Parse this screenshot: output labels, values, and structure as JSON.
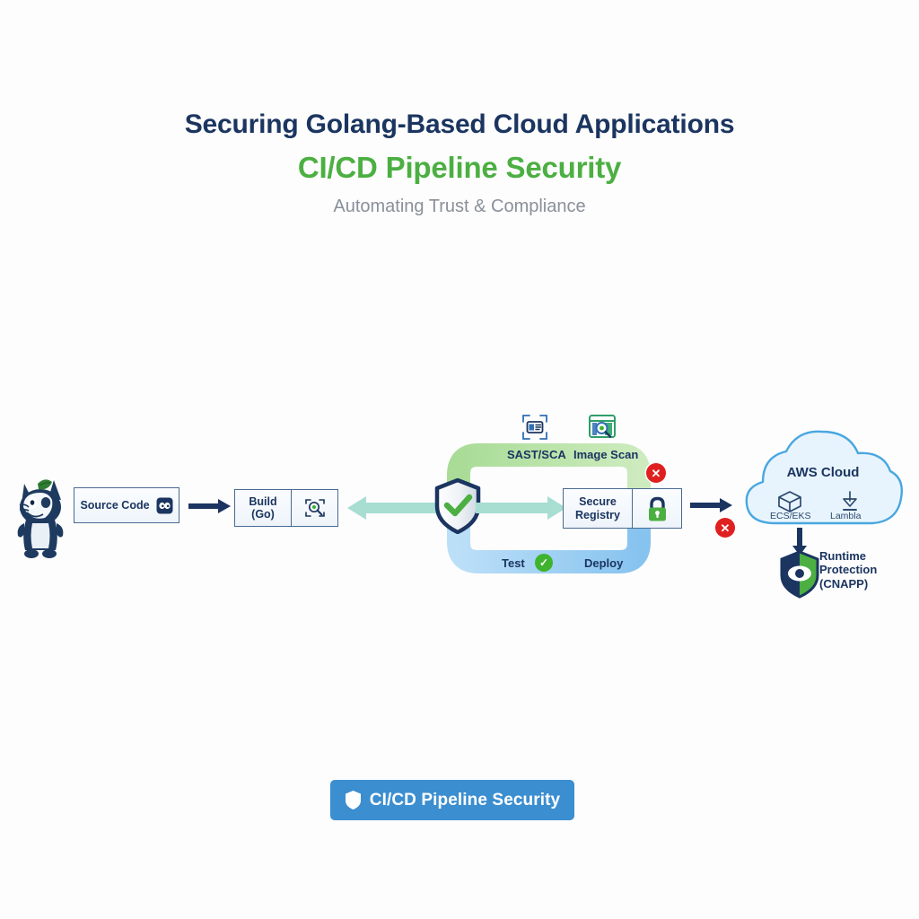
{
  "header": {
    "title": "Securing Golang-Based Cloud Applications",
    "subtitle": "CI/CD Pipeline Security",
    "tagline": "Automating Trust & Compliance",
    "colors": {
      "title": "#1b3560",
      "subtitle": "#4caf42",
      "tagline": "#8a9099"
    }
  },
  "diagram": {
    "source_code": {
      "label": "Source Code",
      "icon": "go-gopher-badge-icon"
    },
    "mascot": {
      "name": "go-gopher-mascot"
    },
    "build": {
      "label": "Build\n(Go)",
      "label_line1": "Build",
      "label_line2": "(Go)",
      "icon": "code-scan-icon"
    },
    "shield": {
      "name": "security-shield-check",
      "check": "✓"
    },
    "loop": {
      "top_labels": [
        {
          "label": "SAST/SCA",
          "icon": "sast-scan-icon"
        },
        {
          "label": "Image Scan",
          "icon": "image-scan-icon"
        }
      ],
      "bottom_labels": [
        {
          "label": "Test",
          "status": "pass"
        },
        {
          "label": "Deploy",
          "status": "none"
        }
      ],
      "top_color": "#b7e3a5",
      "bottom_color": "#9ccdf2"
    },
    "registry": {
      "label_line1": "Secure",
      "label_line2": "Registry",
      "icon": "green-padlock-icon"
    },
    "cloud": {
      "title": "AWS Cloud",
      "services": [
        {
          "label": "ECS/EKS",
          "icon": "cube-icon"
        },
        {
          "label": "Lambla",
          "icon": "lambda-icon"
        }
      ]
    },
    "runtime": {
      "line1": "Runtime",
      "line2": "Protection",
      "line3": "(CNAPP)",
      "icon": "eye-shield-icon"
    },
    "badges": [
      {
        "name": "error-badge-registry-top",
        "glyph": "✕"
      },
      {
        "name": "error-badge-deploy-arrow",
        "glyph": "✕"
      },
      {
        "name": "error-badge-cloud",
        "glyph": "✕"
      }
    ],
    "check_badge": {
      "glyph": "✓"
    }
  },
  "footer": {
    "banner_label": "CI/CD Pipeline Security",
    "banner_icon": "shield-icon",
    "banner_color": "#3b8ed0"
  }
}
